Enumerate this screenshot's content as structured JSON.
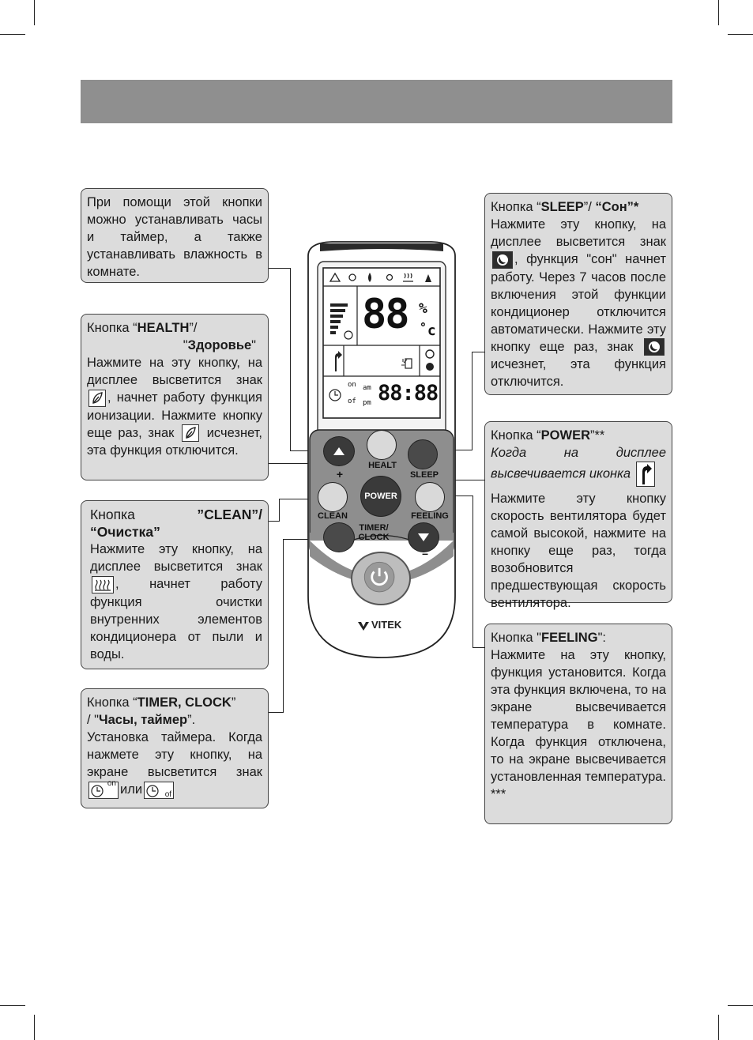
{
  "callouts": {
    "clock_intro": {
      "text": "При помощи этой кнопки можно устанавливать часы и таймер, а также устанавливать влажность в комнате."
    },
    "health": {
      "prefix": "Кнопка “",
      "name": "HEALTH",
      "sep": "”/",
      "name_ru_open": "\"",
      "name_ru": "Здоровье",
      "name_ru_close": "\"",
      "line1": "Нажмите на эту кнопку, на дисплее высветится знак",
      "line2": ", начнет работу функция ионизации. Нажмите кнопку еще раз, знак",
      "line3": "исчезнет, эта функция отключится."
    },
    "clean": {
      "prefix": "Кнопка",
      "name": "”CLEAN”/",
      "name_ru": "“Очистка”",
      "line1": "Нажмите эту кнопку, на дисплее высветится знак",
      "line2": ", начнет работу функция очистки внутренних элементов кондиционера от пыли и воды."
    },
    "timer": {
      "prefix": "Кнопка “",
      "name": "TIMER, CLOCK",
      "sep": "”",
      "name_ru_prefix": "/ \"",
      "name_ru": "Часы, таймер",
      "name_ru_suffix": "”.",
      "line1": "Установка таймера. Когда нажмете эту кнопку, на экране высветится знак",
      "or": "или",
      "badge_on": "on",
      "badge_off": "of"
    },
    "sleep": {
      "prefix": "Кнопка “",
      "name": "SLEEP",
      "sep": "”/ ",
      "name_ru": "“Сон”*",
      "line1": "Нажмите эту кнопку, на дисплее высветится знак",
      "line2": ", функция \"сон\" начнет работу. Через 7 часов после включения этой функции кондиционер отключится автоматически. Нажмите эту кнопку еще раз, знак",
      "line3": "исчезнет, эта функция отключится."
    },
    "power": {
      "prefix": "Кнопка “",
      "name": "POWER",
      "suffix": "”**",
      "italic": "Когда на дисплее высвечивается иконка",
      "body": "Нажмите эту кнопку скорость вентилятора будет самой высокой, нажмите на кнопку еще раз, тогда возобновится предшествующая скорость вентилятора."
    },
    "feeling": {
      "prefix": "Кнопка \"",
      "name": "FEELING",
      "suffix": "\":",
      "body": "Нажмите на эту кнопку, функция установится. Когда эта функция включена, то на экране высвечивается температура в комнате. Когда функция отключена, то на экране высвечивается установленная температура. ***"
    }
  },
  "remote": {
    "lcd": {
      "digits": "88",
      "percent": "%",
      "celsius": "˚c",
      "time": "88:88",
      "on": "on",
      "of": "of",
      "am": "am",
      "pm": "pm"
    },
    "buttons": {
      "heal": "HEALT",
      "sleep": "SLEEP",
      "power": "POWER",
      "clean": "CLEAN",
      "feeling": "FEELING",
      "timer": "TIMER/\nCLOCK",
      "plus": "+",
      "minus": "–"
    },
    "brand": "VITEK"
  }
}
